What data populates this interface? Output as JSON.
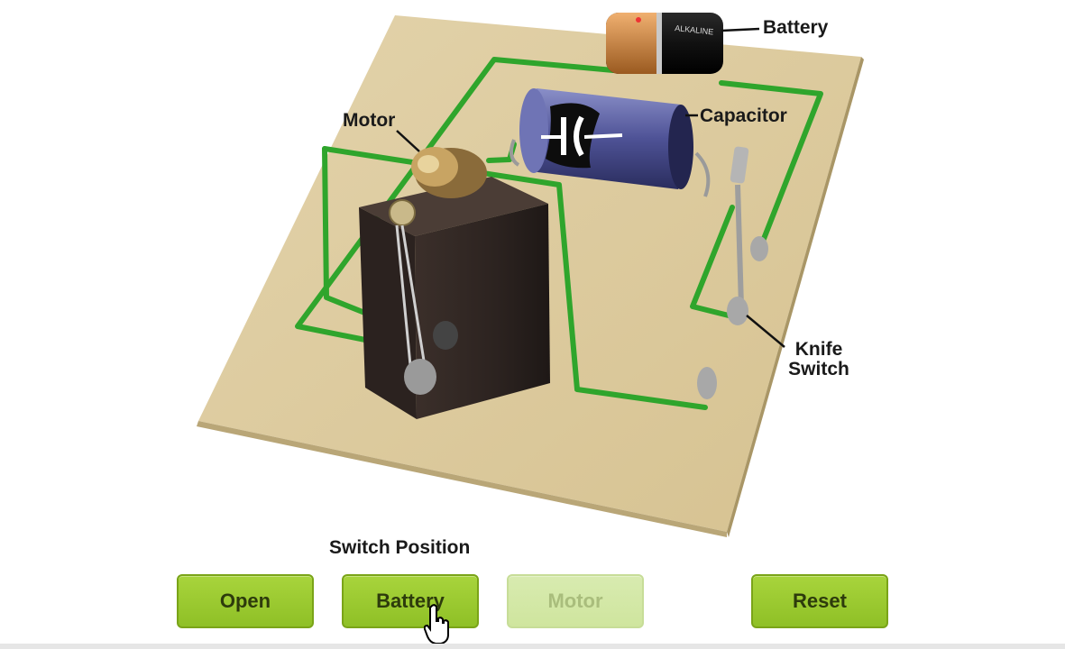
{
  "diagram": {
    "labels": {
      "battery": "Battery",
      "capacitor": "Capacitor",
      "motor": "Motor",
      "knife_switch_line1": "Knife",
      "knife_switch_line2": "Switch"
    }
  },
  "controls": {
    "title": "Switch Position",
    "buttons": {
      "open": "Open",
      "battery": "Battery",
      "motor": "Motor",
      "reset": "Reset"
    },
    "motor_enabled": false
  },
  "colors": {
    "wire": "#2fa52c",
    "board": "#dbc89c",
    "button": "#9cc932",
    "button_disabled": "#d4e8a6"
  }
}
